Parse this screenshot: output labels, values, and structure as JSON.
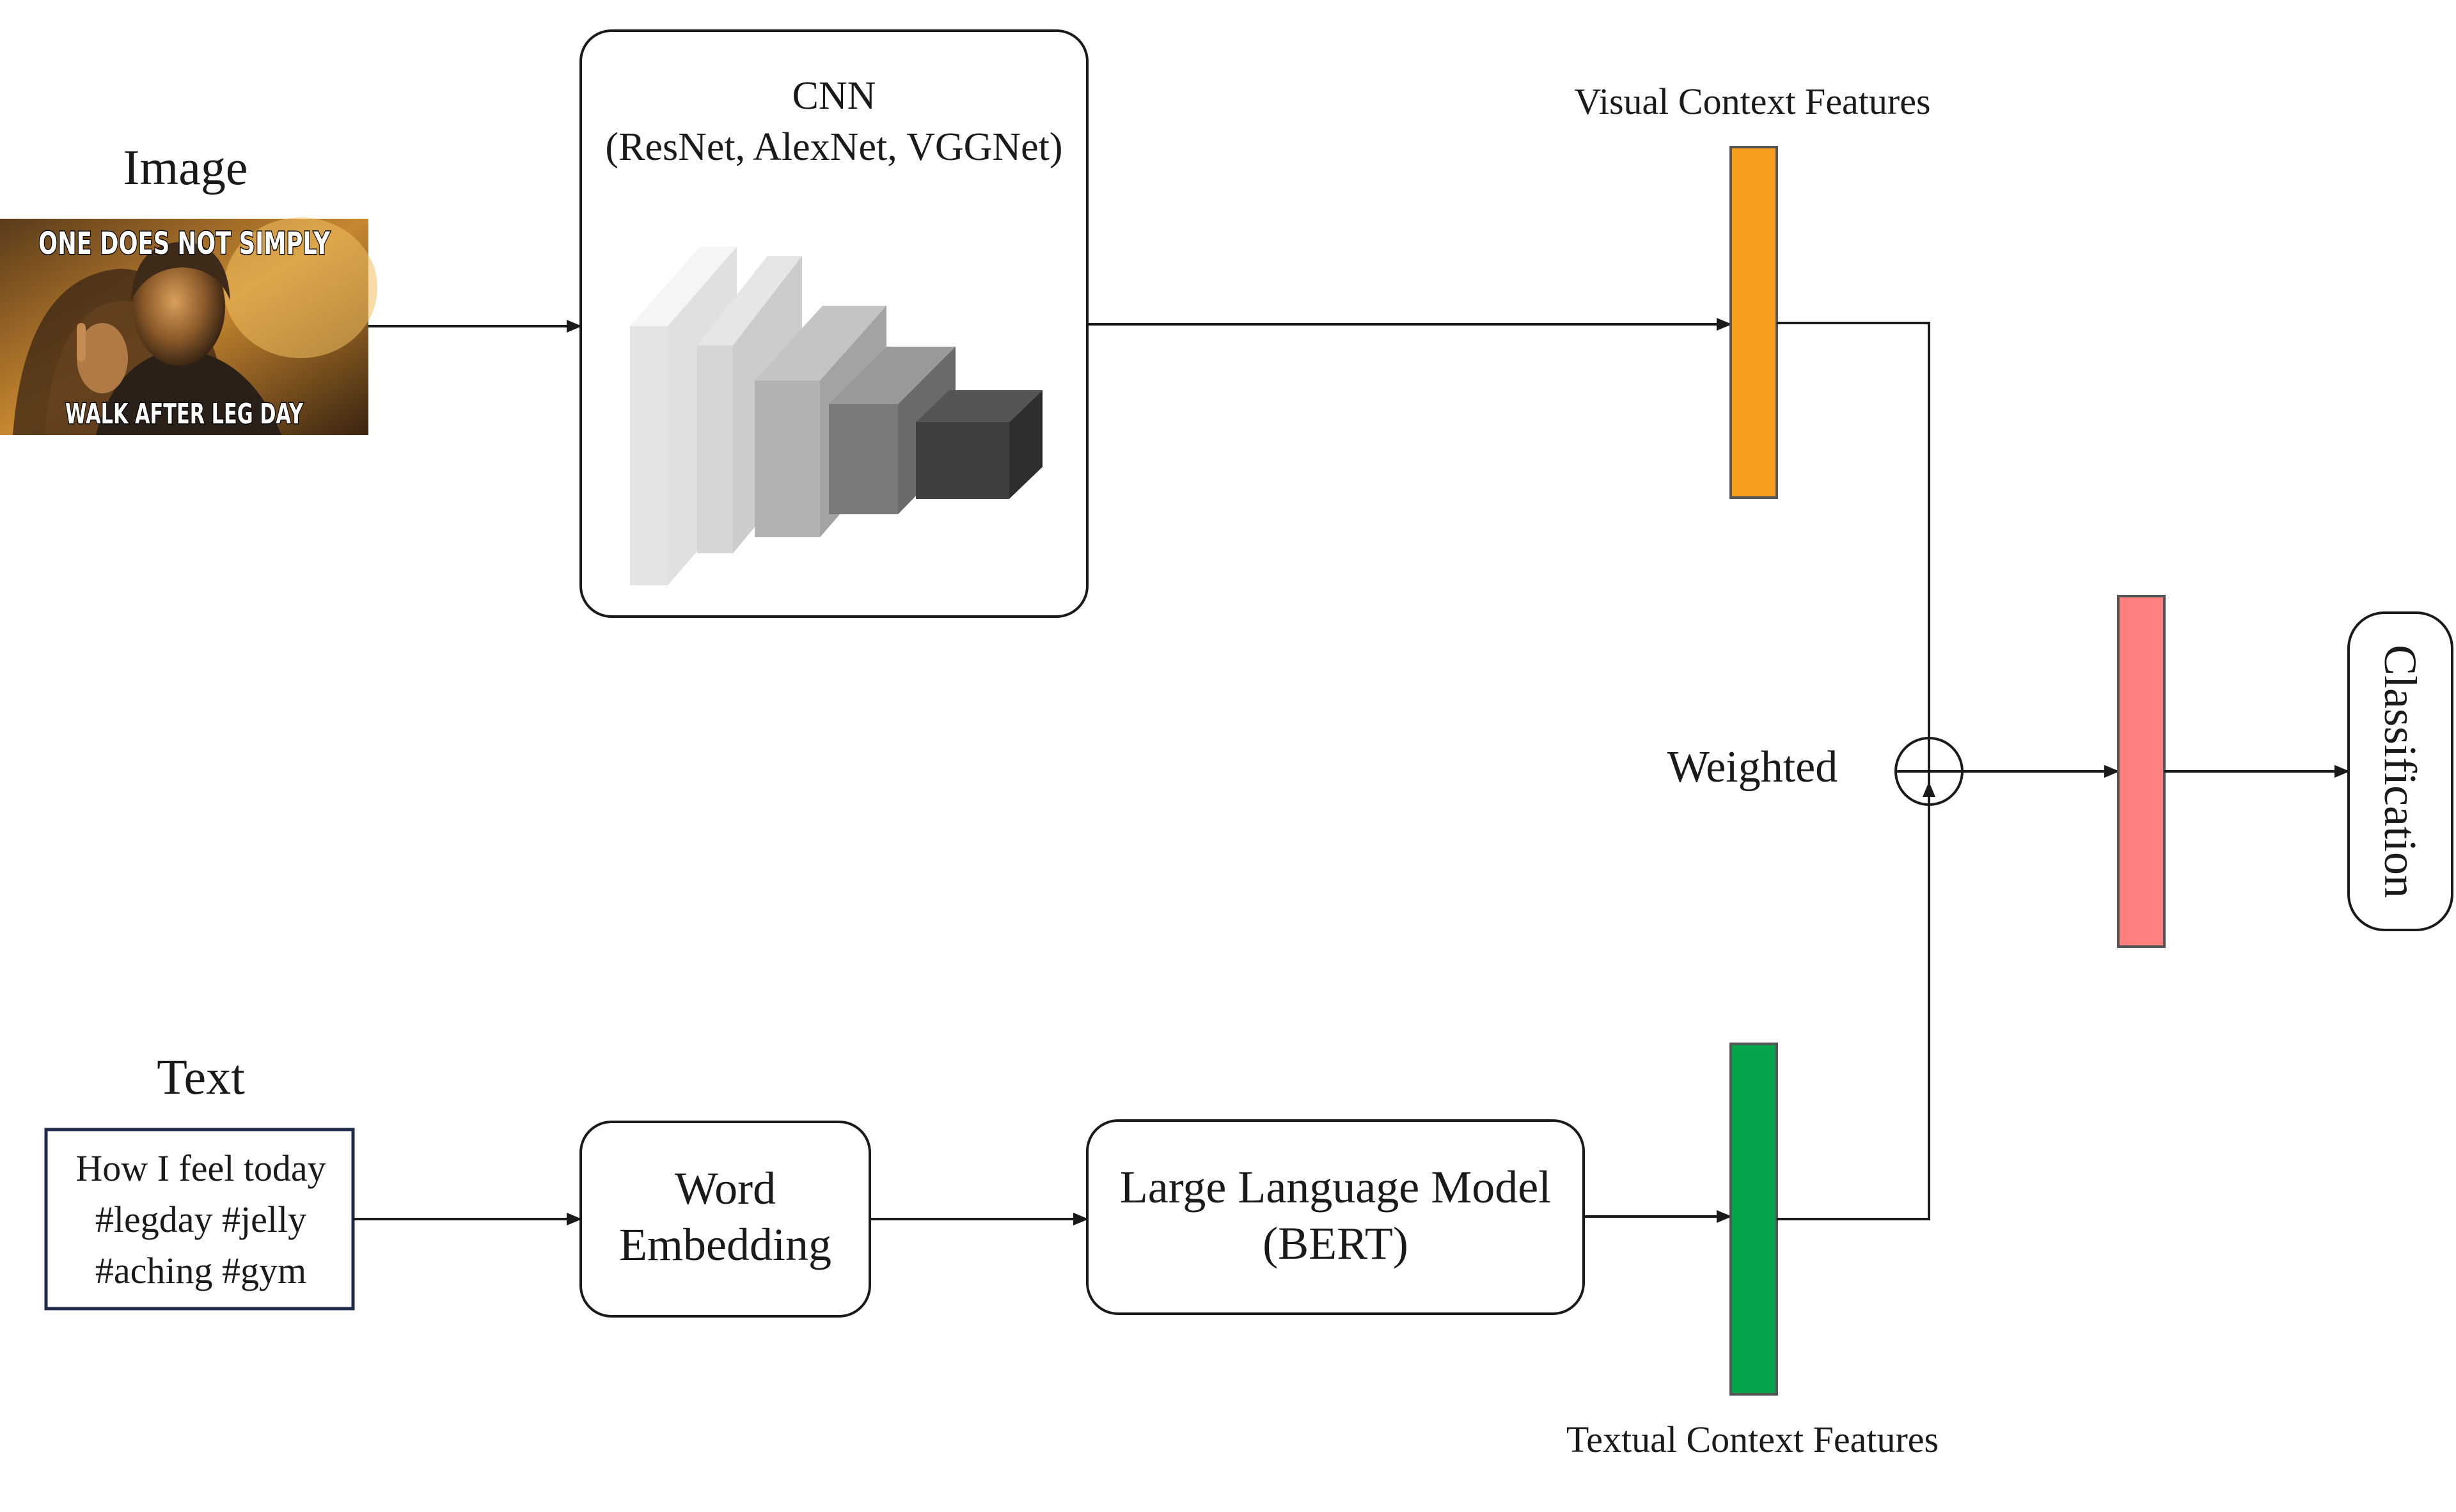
{
  "image_input": {
    "label": "Image",
    "meme_top_text": "ONE DOES NOT SIMPLY",
    "meme_bottom_text": "WALK AFTER LEG DAY"
  },
  "text_input": {
    "label": "Text",
    "lines": [
      "How I feel today",
      "#legday #jelly",
      "#aching #gym"
    ]
  },
  "cnn": {
    "title": "CNN",
    "subtitle": "(ResNet, AlexNet, VGGNet)"
  },
  "word_embedding": {
    "lines": [
      "Word",
      "Embedding"
    ]
  },
  "llm": {
    "lines": [
      "Large Language Model",
      "(BERT)"
    ]
  },
  "visual_features": {
    "label": "Visual Context Features",
    "color": "#F89D1D"
  },
  "textual_features": {
    "label": "Textual Context Features",
    "color": "#04A54B"
  },
  "fusion": {
    "label": "Weighted"
  },
  "fused_features": {
    "color": "#FF7F7F"
  },
  "output": {
    "label": "Classification"
  }
}
